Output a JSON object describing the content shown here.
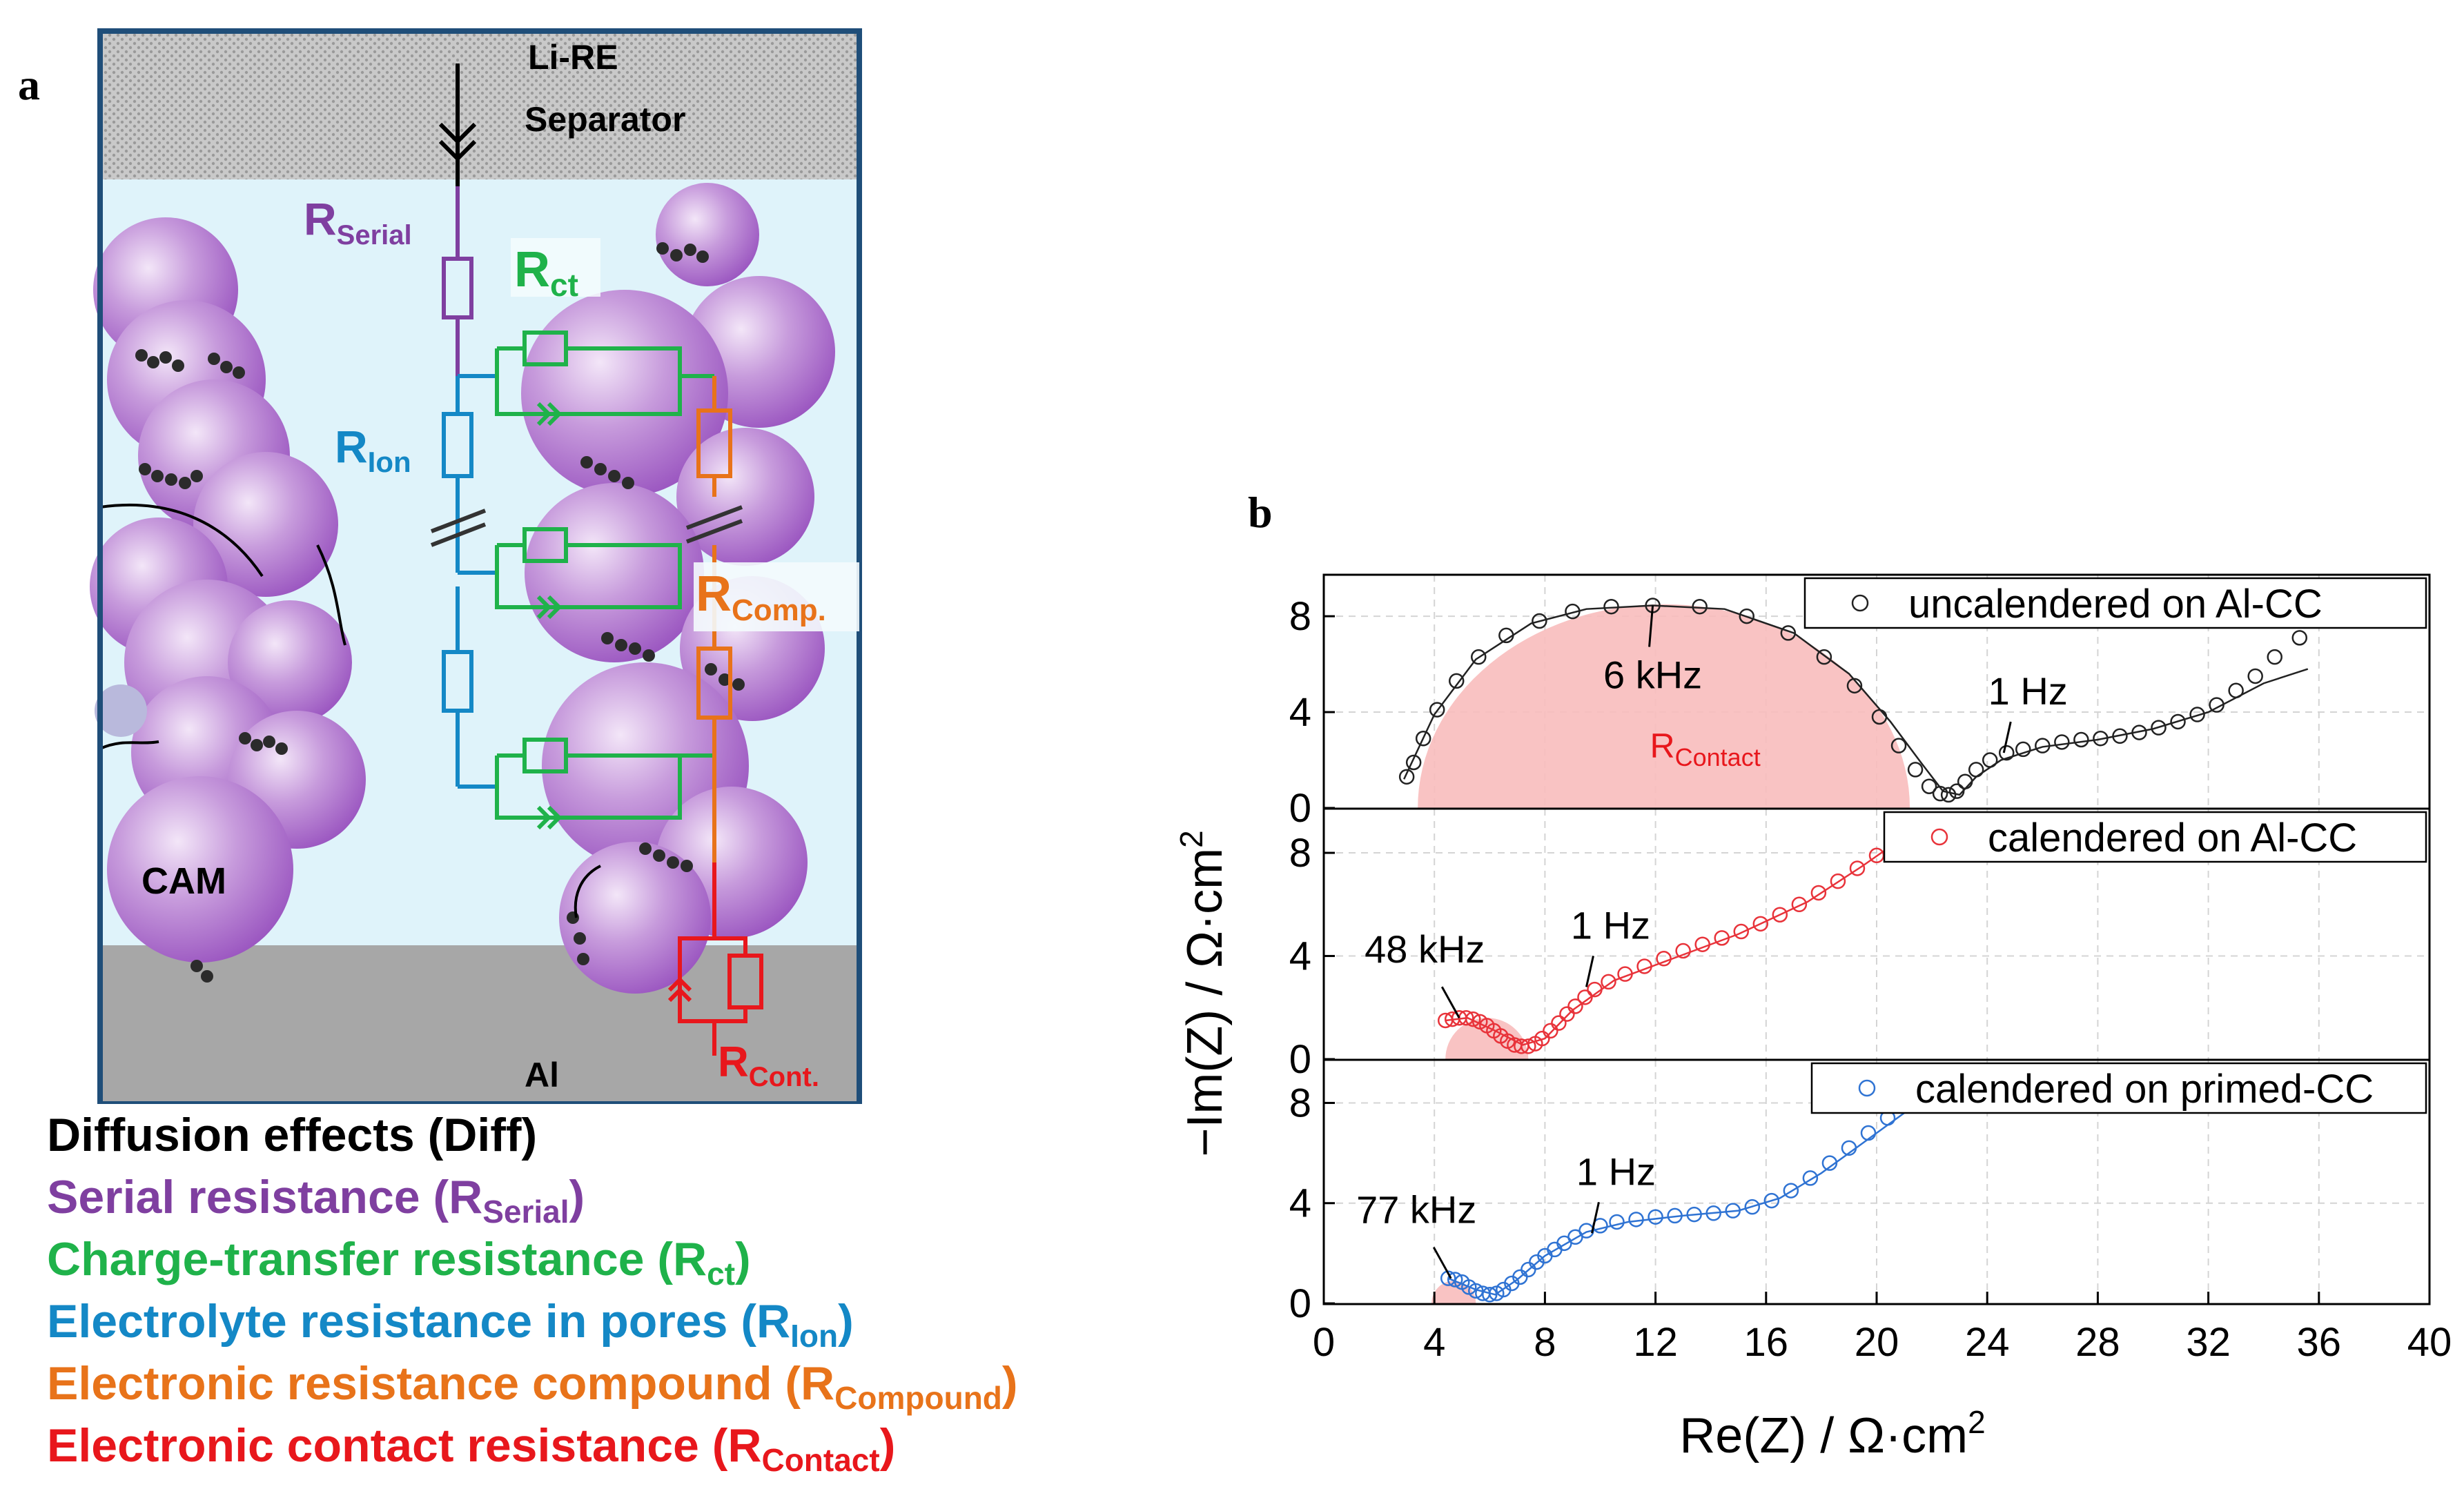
{
  "panel_a": {
    "letter": "a",
    "labels": {
      "top_electrode": "Li-RE",
      "separator": "Separator",
      "cam": "CAM",
      "bottom_collector": "Al",
      "r_serial": "R",
      "r_serial_sub": "Serial",
      "r_ct": "R",
      "r_ct_sub": "ct",
      "r_ion": "R",
      "r_ion_sub": "Ion",
      "r_comp": "R",
      "r_comp_sub": "Comp.",
      "r_cont": "R",
      "r_cont_sub": "Cont."
    },
    "legend": [
      {
        "text": "Diffusion effects (Diff)",
        "sub": "",
        "tail": "",
        "color": "#000000"
      },
      {
        "text": "Serial resistance (R",
        "sub": "Serial",
        "tail": ")",
        "color": "#7f3fa0"
      },
      {
        "text": "Charge-transfer resistance (R",
        "sub": "ct",
        "tail": ")",
        "color": "#1fb24a"
      },
      {
        "text": "Electrolyte resistance in pores (R",
        "sub": "Ion",
        "tail": ")",
        "color": "#1488c6"
      },
      {
        "text": "Electronic resistance compound (R",
        "sub": "Compound",
        "tail": ")",
        "color": "#e8731a"
      },
      {
        "text": "Electronic contact resistance (R",
        "sub": "Contact",
        "tail": ")",
        "color": "#e8171c"
      }
    ],
    "colors": {
      "serial": "#7f3fa0",
      "ct": "#1fb24a",
      "ion": "#1488c6",
      "comp": "#e8731a",
      "cont": "#e8171c"
    }
  },
  "panel_b": {
    "letter": "b",
    "xlabel": "Re(Z) / Ω·cm",
    "xlabel_sup": "2",
    "ylabel": "−Im(Z) / Ω·cm",
    "ylabel_sup": "2"
  },
  "chart_data": [
    {
      "type": "scatter",
      "legend": "uncalendered on Al-CC",
      "color": "#222222",
      "xlim": [
        0,
        40
      ],
      "ylim": [
        0,
        9.5
      ],
      "yticks": [
        0,
        4,
        8
      ],
      "grid": true,
      "annotations": [
        {
          "text": "6 kHz",
          "x": 11.9,
          "y": 8.45
        },
        {
          "text": "1 Hz",
          "x": 24.6,
          "y": 2.3
        }
      ],
      "shaded_region": {
        "label": "R",
        "label_sub": "Contact",
        "x_from": 3.4,
        "x_to": 21.2,
        "color": "#f8bcbc"
      },
      "points_x": [
        3.0,
        3.25,
        3.6,
        4.1,
        4.8,
        5.6,
        6.6,
        7.8,
        9.0,
        10.4,
        11.9,
        13.6,
        15.3,
        16.8,
        18.1,
        19.2,
        20.1,
        20.8,
        21.4,
        21.9,
        22.3,
        22.6,
        22.9,
        23.2,
        23.6,
        24.1,
        24.7,
        25.3,
        26.0,
        26.7,
        27.4,
        28.1,
        28.8,
        29.5,
        30.2,
        30.9,
        31.6,
        32.3,
        33.0,
        33.7,
        34.4,
        35.3
      ],
      "points_y": [
        1.3,
        1.9,
        2.9,
        4.1,
        5.3,
        6.3,
        7.2,
        7.8,
        8.2,
        8.4,
        8.45,
        8.4,
        8.0,
        7.3,
        6.3,
        5.1,
        3.8,
        2.6,
        1.6,
        0.9,
        0.6,
        0.55,
        0.7,
        1.1,
        1.6,
        2.0,
        2.3,
        2.45,
        2.6,
        2.75,
        2.85,
        2.9,
        3.0,
        3.15,
        3.35,
        3.6,
        3.9,
        4.3,
        4.9,
        5.5,
        6.3,
        7.1
      ],
      "fit_x": [
        2.9,
        4.0,
        5.5,
        7.5,
        9.5,
        11.9,
        14.5,
        17.0,
        19.0,
        20.5,
        21.6,
        22.4,
        23.0,
        23.6,
        24.5,
        26.0,
        28.0,
        30.0,
        32.0,
        34.0,
        35.6
      ],
      "fit_y": [
        1.2,
        3.9,
        6.2,
        7.7,
        8.3,
        8.45,
        8.3,
        7.3,
        5.6,
        3.6,
        1.9,
        0.7,
        0.55,
        1.3,
        2.0,
        2.55,
        2.85,
        3.3,
        4.0,
        5.2,
        5.8
      ]
    },
    {
      "type": "scatter",
      "legend": "calendered on Al-CC",
      "color": "#e8333a",
      "xlim": [
        0,
        40
      ],
      "ylim": [
        0,
        9.5
      ],
      "yticks": [
        0,
        4,
        8
      ],
      "grid": true,
      "annotations": [
        {
          "text": "48 kHz",
          "x": 4.9,
          "y": 1.6
        },
        {
          "text": "1 Hz",
          "x": 9.5,
          "y": 2.8
        }
      ],
      "shaded_region": {
        "label": "",
        "label_sub": "",
        "x_from": 4.4,
        "x_to": 7.4,
        "color": "#f8bcbc"
      },
      "points_x": [
        4.4,
        4.65,
        4.9,
        5.15,
        5.4,
        5.65,
        5.9,
        6.15,
        6.4,
        6.65,
        6.9,
        7.15,
        7.4,
        7.65,
        7.9,
        8.2,
        8.5,
        8.8,
        9.1,
        9.45,
        9.8,
        10.3,
        10.9,
        11.6,
        12.3,
        13.0,
        13.7,
        14.4,
        15.1,
        15.8,
        16.5,
        17.2,
        17.9,
        18.6,
        19.3,
        20.0,
        20.7,
        21.4
      ],
      "points_y": [
        1.5,
        1.55,
        1.6,
        1.6,
        1.55,
        1.45,
        1.3,
        1.1,
        0.9,
        0.7,
        0.55,
        0.5,
        0.5,
        0.6,
        0.8,
        1.1,
        1.4,
        1.75,
        2.05,
        2.4,
        2.7,
        3.0,
        3.3,
        3.6,
        3.9,
        4.2,
        4.45,
        4.7,
        4.95,
        5.25,
        5.6,
        6.0,
        6.45,
        6.9,
        7.4,
        7.9,
        8.4,
        8.9
      ],
      "fit_x": [
        4.4,
        5.2,
        6.2,
        7.2,
        8.0,
        9.0,
        10.5,
        12.5,
        15.0,
        17.5,
        19.5,
        21.5
      ],
      "fit_y": [
        1.5,
        1.6,
        1.1,
        0.55,
        0.8,
        1.9,
        3.05,
        3.85,
        4.85,
        6.1,
        7.5,
        9.0
      ]
    },
    {
      "type": "scatter",
      "legend": "calendered on primed-CC",
      "color": "#2f73d3",
      "xlim": [
        0,
        40
      ],
      "ylim": [
        0,
        9.5
      ],
      "yticks": [
        0,
        4,
        8
      ],
      "grid": true,
      "annotations": [
        {
          "text": "77 kHz",
          "x": 4.6,
          "y": 1.0
        },
        {
          "text": "1 Hz",
          "x": 9.7,
          "y": 2.8
        }
      ],
      "shaded_region": {
        "label": "",
        "label_sub": "",
        "x_from": 3.9,
        "x_to": 5.5,
        "color": "#f8bcbc"
      },
      "points_x": [
        4.5,
        4.75,
        5.0,
        5.25,
        5.5,
        5.75,
        6.0,
        6.25,
        6.5,
        6.8,
        7.1,
        7.4,
        7.7,
        8.0,
        8.35,
        8.7,
        9.1,
        9.5,
        10.0,
        10.6,
        11.3,
        12.0,
        12.7,
        13.4,
        14.1,
        14.8,
        15.5,
        16.2,
        16.9,
        17.6,
        18.3,
        19.0,
        19.7,
        20.4
      ],
      "points_y": [
        1.0,
        0.95,
        0.85,
        0.65,
        0.5,
        0.4,
        0.35,
        0.4,
        0.55,
        0.8,
        1.05,
        1.35,
        1.65,
        1.9,
        2.15,
        2.4,
        2.65,
        2.9,
        3.1,
        3.25,
        3.35,
        3.45,
        3.5,
        3.55,
        3.6,
        3.7,
        3.85,
        4.1,
        4.5,
        5.0,
        5.6,
        6.2,
        6.8,
        7.4
      ],
      "fit_x": [
        4.5,
        5.5,
        6.2,
        7.0,
        8.0,
        9.5,
        11.0,
        13.0,
        15.0,
        16.5,
        18.0,
        19.5,
        21.0
      ],
      "fit_y": [
        1.0,
        0.55,
        0.35,
        0.95,
        1.9,
        2.85,
        3.25,
        3.5,
        3.7,
        4.2,
        5.2,
        6.4,
        7.6
      ]
    }
  ]
}
